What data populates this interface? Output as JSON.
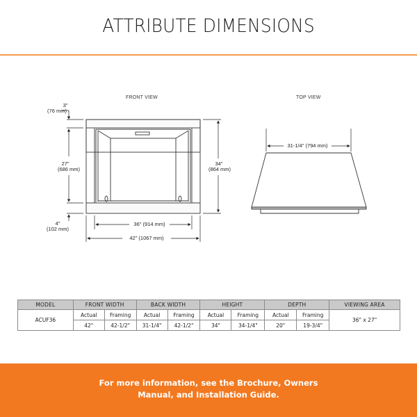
{
  "header": {
    "title": "ATTRIBUTE DIMENSIONS",
    "accent_color": "#f39a4a"
  },
  "front_view": {
    "label": "FRONT VIEW",
    "dims": {
      "top_trim": {
        "in": "3\"",
        "mm": "(76 mm)"
      },
      "opening_height": {
        "in": "27\"",
        "mm": "(686 mm)"
      },
      "bottom_trim": {
        "in": "4\"",
        "mm": "(102 mm)"
      },
      "overall_height": {
        "in": "34\"",
        "mm": "(864 mm)"
      },
      "opening_width": "36\" (914 mm)",
      "overall_width": "42\" (1067 mm)"
    }
  },
  "top_view": {
    "label": "TOP VIEW",
    "dims": {
      "back_width": "31-1/4\" (794 mm)"
    }
  },
  "table": {
    "headers": [
      "MODEL",
      "FRONT WIDTH",
      "BACK WIDTH",
      "HEIGHT",
      "DEPTH",
      "VIEWING AREA"
    ],
    "subheaders": [
      "Actual",
      "Framing",
      "Actual",
      "Framing",
      "Actual",
      "Framing",
      "Actual",
      "Framing"
    ],
    "rows": [
      {
        "model": "ACUF36",
        "values": [
          "42\"",
          "42-1/2\"",
          "31-1/4\"",
          "42-1/2\"",
          "34\"",
          "34-1/4\"",
          "20\"",
          "19-3/4\""
        ],
        "viewing_area": "36\" x 27\""
      }
    ]
  },
  "footer": {
    "line1": "For more information, see the Brochure, Owners",
    "line2": "Manual, and Installation Guide.",
    "background_color": "#f27920"
  }
}
